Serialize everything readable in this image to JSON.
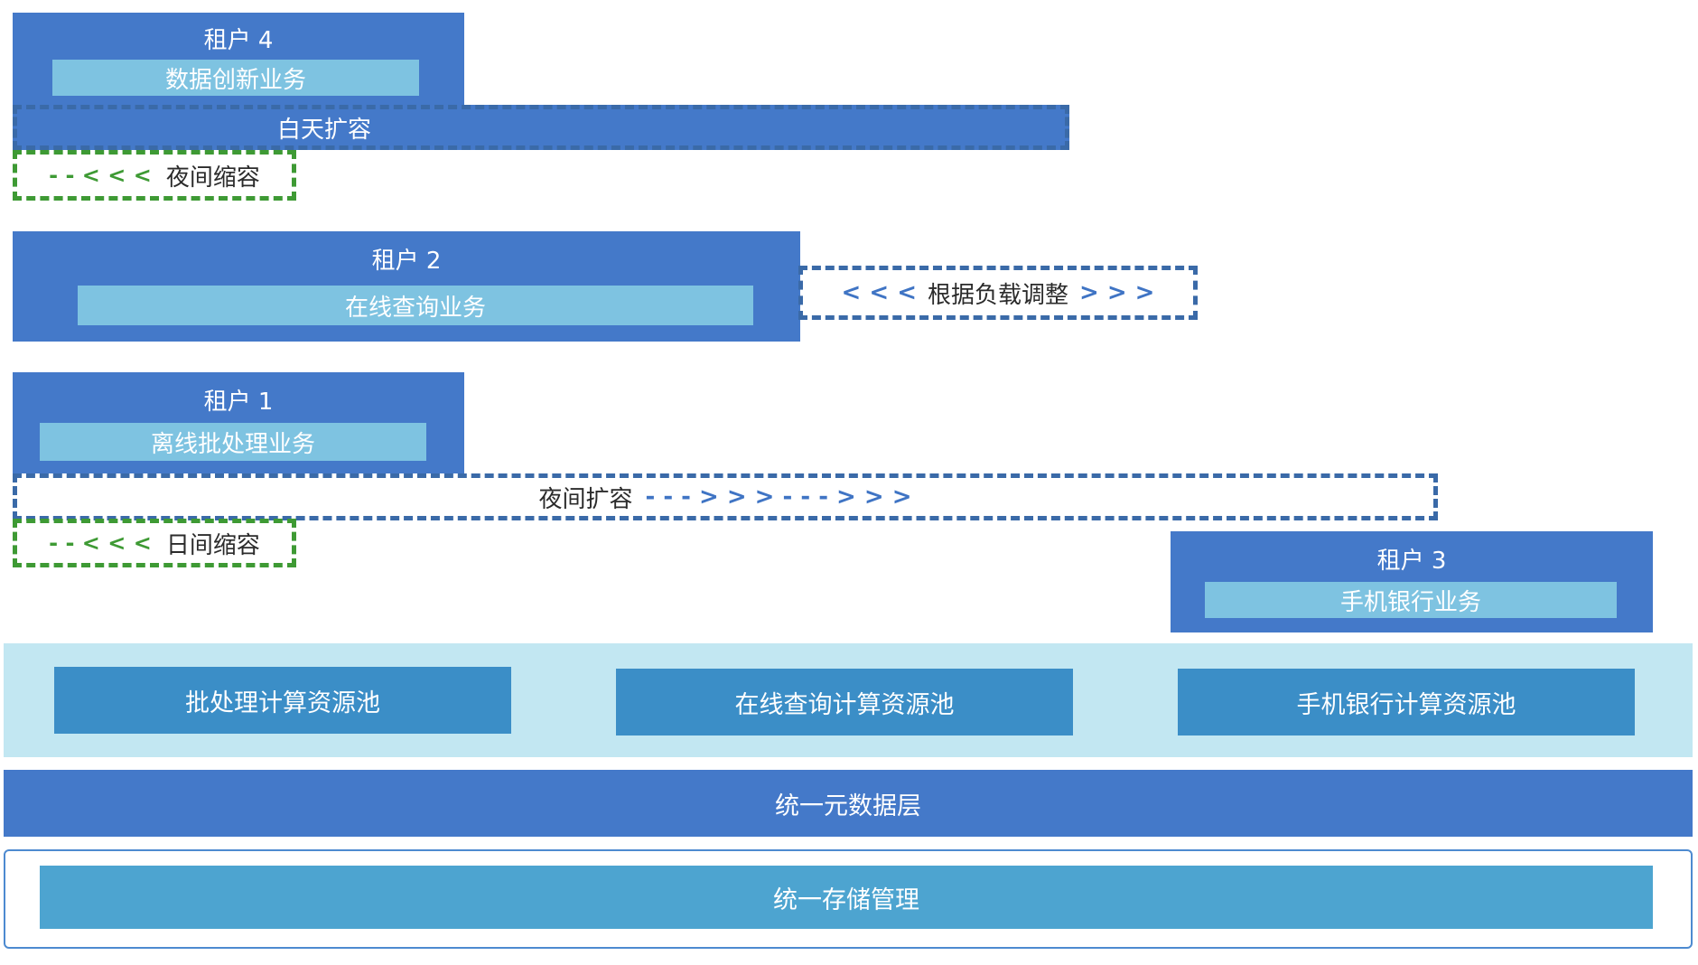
{
  "tenant4": {
    "title": "租户 4",
    "service": "数据创新业务",
    "expand": "白天扩容",
    "shrink_arrows": "- - <  <  <",
    "shrink": "夜间缩容"
  },
  "tenant2": {
    "title": "租户 2",
    "service": "在线查询业务",
    "adjust_left": "<  <  <",
    "adjust": "根据负载调整",
    "adjust_right": ">  >  >"
  },
  "tenant1": {
    "title": "租户 1",
    "service": "离线批处理业务",
    "expand": "夜间扩容",
    "expand_arrows": "- - -  >  >  >  - - -  >  >  >",
    "shrink_arrows": "- - <  <  <",
    "shrink": "日间缩容"
  },
  "tenant3": {
    "title": "租户 3",
    "service": "手机银行业务"
  },
  "pools": [
    "批处理计算资源池",
    "在线查询计算资源池",
    "手机银行计算资源池"
  ],
  "metadata_layer": "统一元数据层",
  "storage": "统一存储管理",
  "colors": {
    "tenant": "#4479c9",
    "service": "#7ec3e1",
    "pool": "#3b8ec7",
    "pool_band": "#c2e7f2",
    "metadata": "#4479c9",
    "storage": "#4da4d0",
    "dash_blue": "#3a6aa8",
    "dash_green": "#3e9a34"
  }
}
